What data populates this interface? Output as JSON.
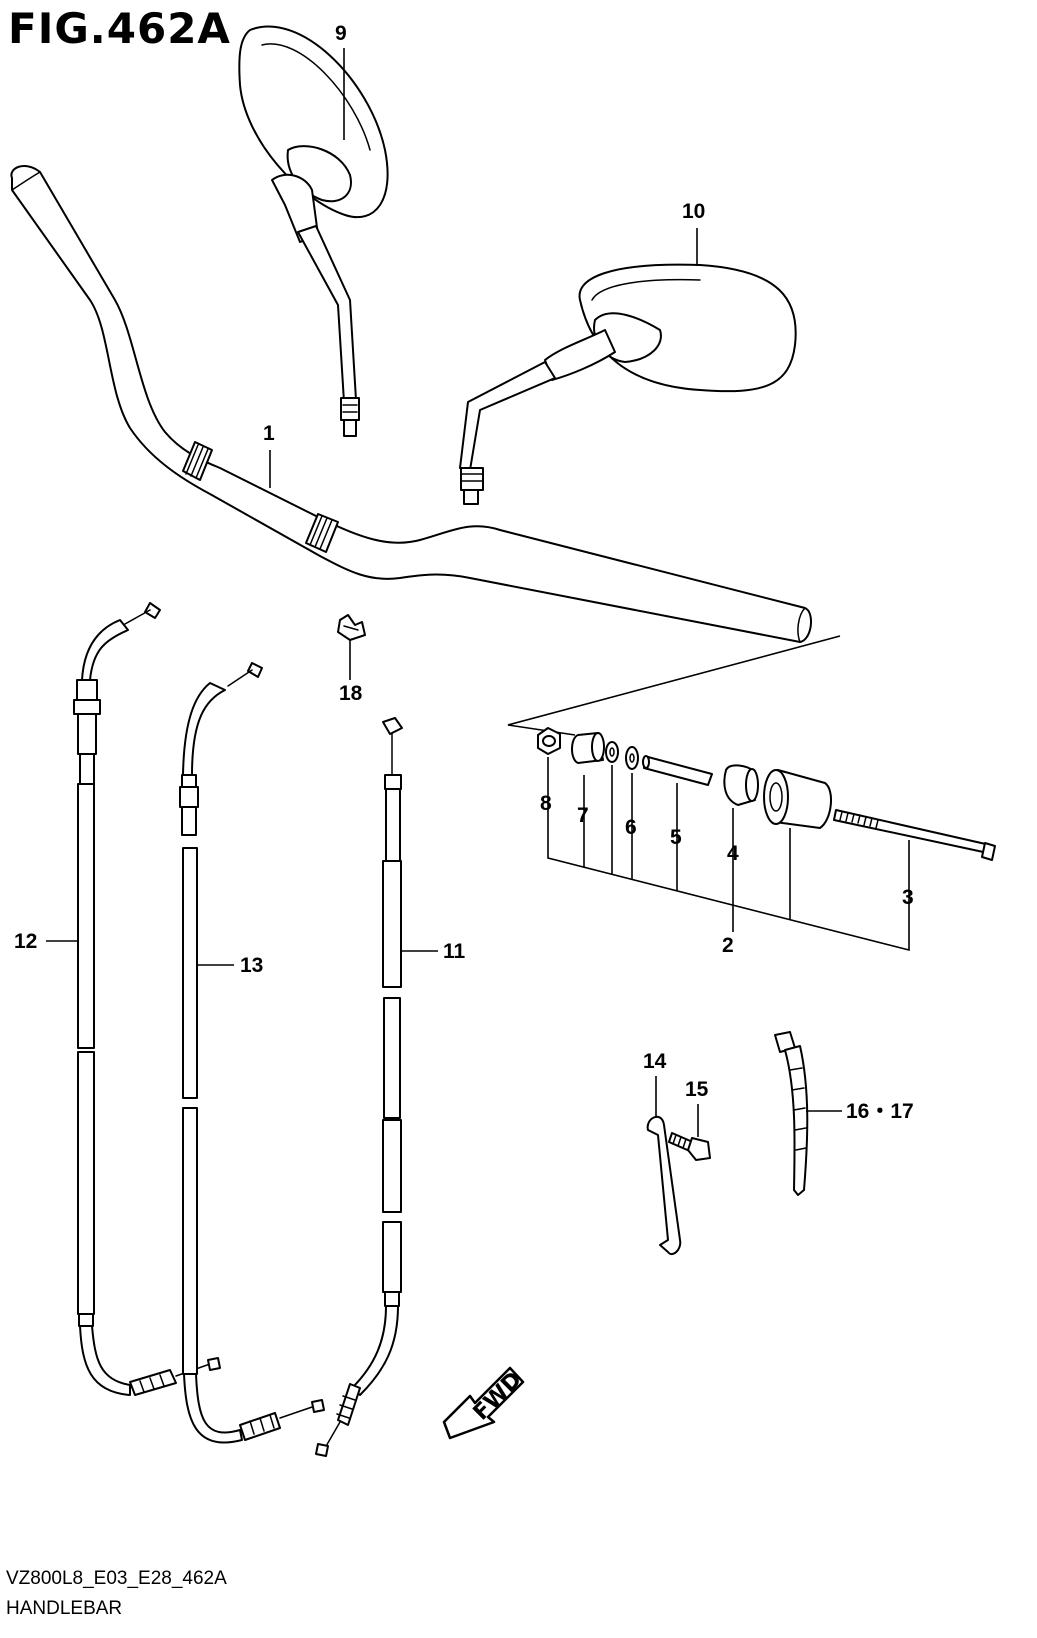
{
  "figure": {
    "title": "FIG.462A",
    "code": "VZ800L8_E03_E28_462A",
    "name": "HANDLEBAR"
  },
  "callouts": {
    "c1": "1",
    "c2": "2",
    "c3": "3",
    "c4": "4",
    "c5": "5",
    "c6": "6",
    "c7": "7",
    "c8": "8",
    "c9": "9",
    "c10": "10",
    "c11": "11",
    "c12": "12",
    "c13": "13",
    "c14": "14",
    "c15": "15",
    "c16_17": "16・17",
    "c18": "18"
  },
  "direction_arrow": {
    "label": "FWD"
  }
}
